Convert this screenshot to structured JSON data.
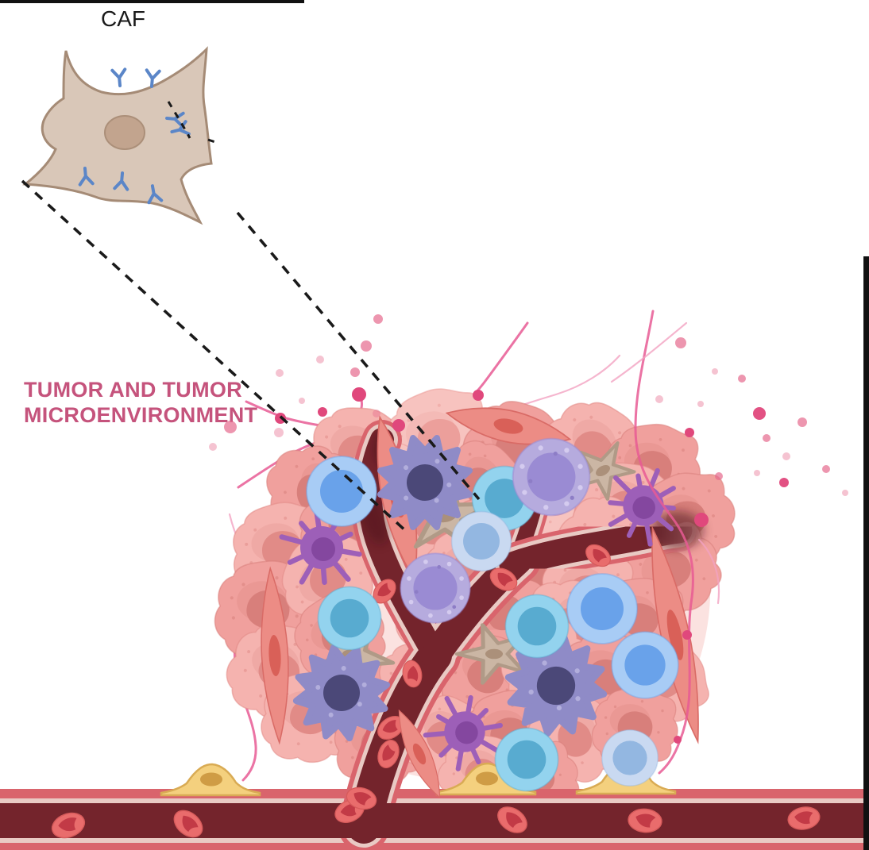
{
  "figure": {
    "labels": {
      "caf": "CAF",
      "tme_line1": "TUMOR AND TUMOR",
      "tme_line2": "MICROENVIRONMENT"
    },
    "colors": {
      "background": "#ffffff",
      "border_black": "#111111",
      "caf_label_color": "#1a1a1a",
      "tme_label_color": "#c5537c",
      "dashed_line": "#1a1a1a",
      "caf_body": "#d9c7b8",
      "caf_outline": "#a58b76",
      "caf_nucleus": "#c2a48e",
      "receptor_blue": "#5b86c8",
      "tumor_underlay": "#f7cac6",
      "tumor_cell_body_a": "#f5b3af",
      "tumor_cell_nucleus_a": "#e18b87",
      "tumor_cell_body_b": "#f0a09d",
      "tumor_cell_nucleus_b": "#d87f7b",
      "tumor_cell_body_c": "#f7c3bf",
      "tumor_cell_nucleus_c": "#ec9f9b",
      "vessel_wall": "#d9646c",
      "vessel_inner_line": "#e9cac4",
      "vessel_lumen": "#74242c",
      "vessel_smudge": "#431016",
      "rbc_body": "#e96c6c",
      "rbc_crescent": "#c23a46",
      "pericyte_body": "#f4d07e",
      "pericyte_outline": "#d9ab54",
      "pericyte_nucleus": "#cf9c45",
      "spindle_body": "#ec8c85",
      "spindle_outline": "#d96b66",
      "spindle_nucleus": "#d96058",
      "stromal_caf_body": "#cbb6a4",
      "stromal_caf_outline": "#b09a87",
      "stromal_caf_nucleus": "#ab907a",
      "macrophage_body": "#8f8bc7",
      "macrophage_outline": "#7b76b5",
      "macrophage_nucleus": "#4b4878",
      "macrophage_speckle": "#b9b5e0",
      "dendritic_body": "#9d5fb8",
      "dendritic_nucleus": "#84479f",
      "ly_blue_outer": "#a8ccf5",
      "ly_blue_inner": "#69a2ea",
      "ly_cyan_outer": "#93d3ee",
      "ly_cyan_inner": "#58abd0",
      "ly_pale_outer": "#c9d9f1",
      "ly_pale_inner": "#93b7e1",
      "ly_lavender_outer": "#b6abde",
      "ly_lavender_inner": "#9a8bd3",
      "ecm_fiber": "#e75b94",
      "ecm_fiber_light": "#f2a3c2",
      "ecm_bead": "#e0487c",
      "secreted_dot": "#e66a8d",
      "secreted_dot_dark": "#e0487c"
    }
  }
}
